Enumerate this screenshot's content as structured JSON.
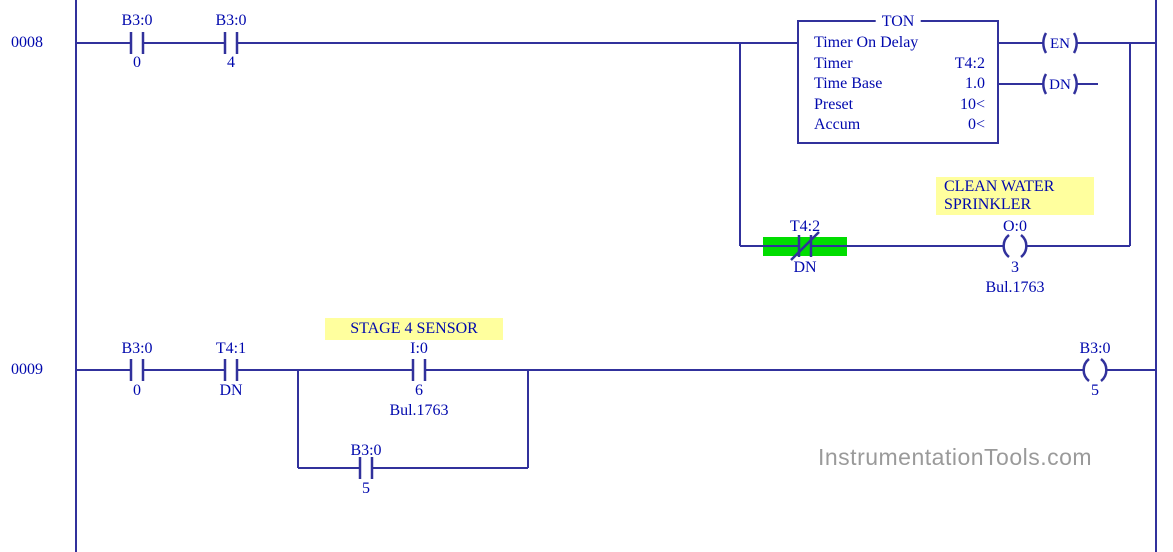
{
  "colors": {
    "wire": "#31319c",
    "text": "#0008ad",
    "yellow": "#ffff9e",
    "green": "#00dd00",
    "watermark": "#9a9a9a"
  },
  "watermark": "InstrumentationTools.com",
  "rung8": {
    "number": "0008",
    "contact1": {
      "address": "B3:0",
      "bit": "0"
    },
    "contact2": {
      "address": "B3:0",
      "bit": "4"
    },
    "ton": {
      "title": "TON",
      "name": "Timer On Delay",
      "row1_label": "Timer",
      "row1_value": "T4:2",
      "row2_label": "Time Base",
      "row2_value": "1.0",
      "row3_label": "Preset",
      "row3_value": "10<",
      "row4_label": "Accum",
      "row4_value": "0<",
      "out_en": "EN",
      "out_dn": "DN"
    },
    "branch": {
      "comment_line1": "CLEAN WATER",
      "comment_line2": "SPRINKLER",
      "nc_contact": {
        "address": "T4:2",
        "bit": "DN"
      },
      "coil": {
        "address": "O:0",
        "bit": "3",
        "device": "Bul.1763"
      }
    }
  },
  "rung9": {
    "number": "0009",
    "contact1": {
      "address": "B3:0",
      "bit": "0"
    },
    "contact2": {
      "address": "T4:1",
      "bit": "DN"
    },
    "comment": "STAGE 4 SENSOR",
    "branch_top": {
      "address": "I:0",
      "bit": "6",
      "device": "Bul.1763"
    },
    "branch_bottom": {
      "address": "B3:0",
      "bit": "5"
    },
    "coil": {
      "address": "B3:0",
      "bit": "5"
    }
  }
}
